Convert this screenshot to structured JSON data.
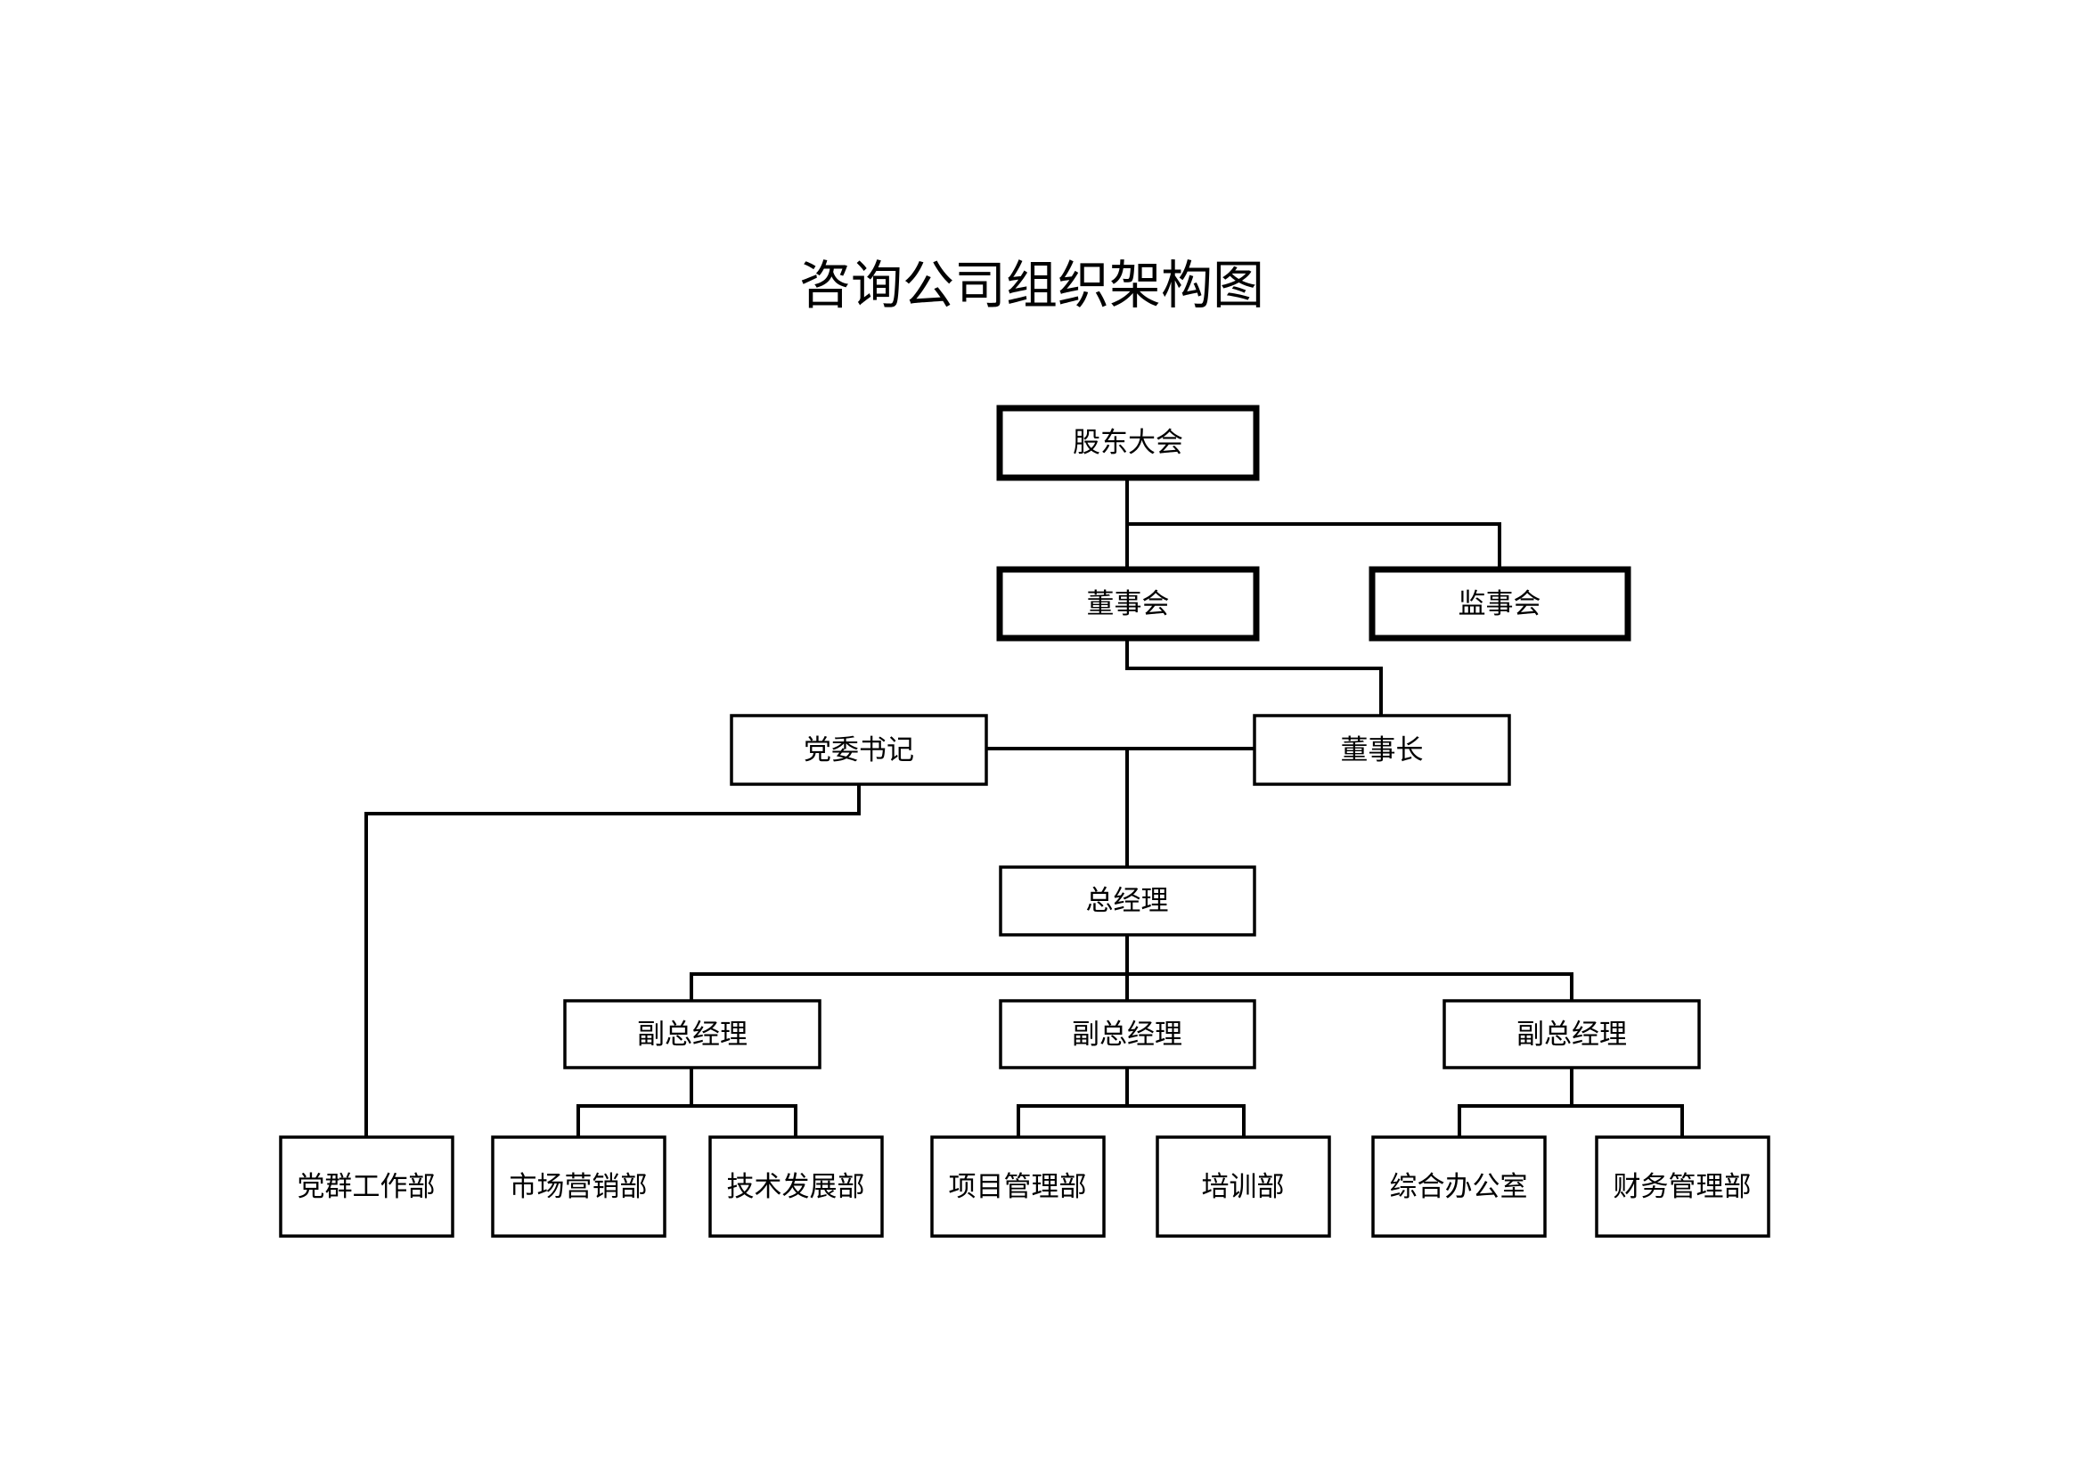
{
  "title": "咨询公司组织架构图",
  "colors": {
    "line": "#000000",
    "box_fill": "#ffffff",
    "background": "#ffffff"
  },
  "nodes": {
    "shareholders_meeting": "股东大会",
    "board_of_directors": "董事会",
    "board_of_supervisors": "监事会",
    "party_secretary": "党委书记",
    "chairman": "董事长",
    "general_manager": "总经理",
    "deputy_gm_1": "副总经理",
    "deputy_gm_2": "副总经理",
    "deputy_gm_3": "副总经理",
    "party_affairs_dept": "党群工作部",
    "marketing_dept": "市场营销部",
    "tech_dev_dept": "技术发展部",
    "project_mgmt_dept": "项目管理部",
    "training_dept": "培训部",
    "general_office": "综合办公室",
    "finance_dept": "财务管理部"
  }
}
